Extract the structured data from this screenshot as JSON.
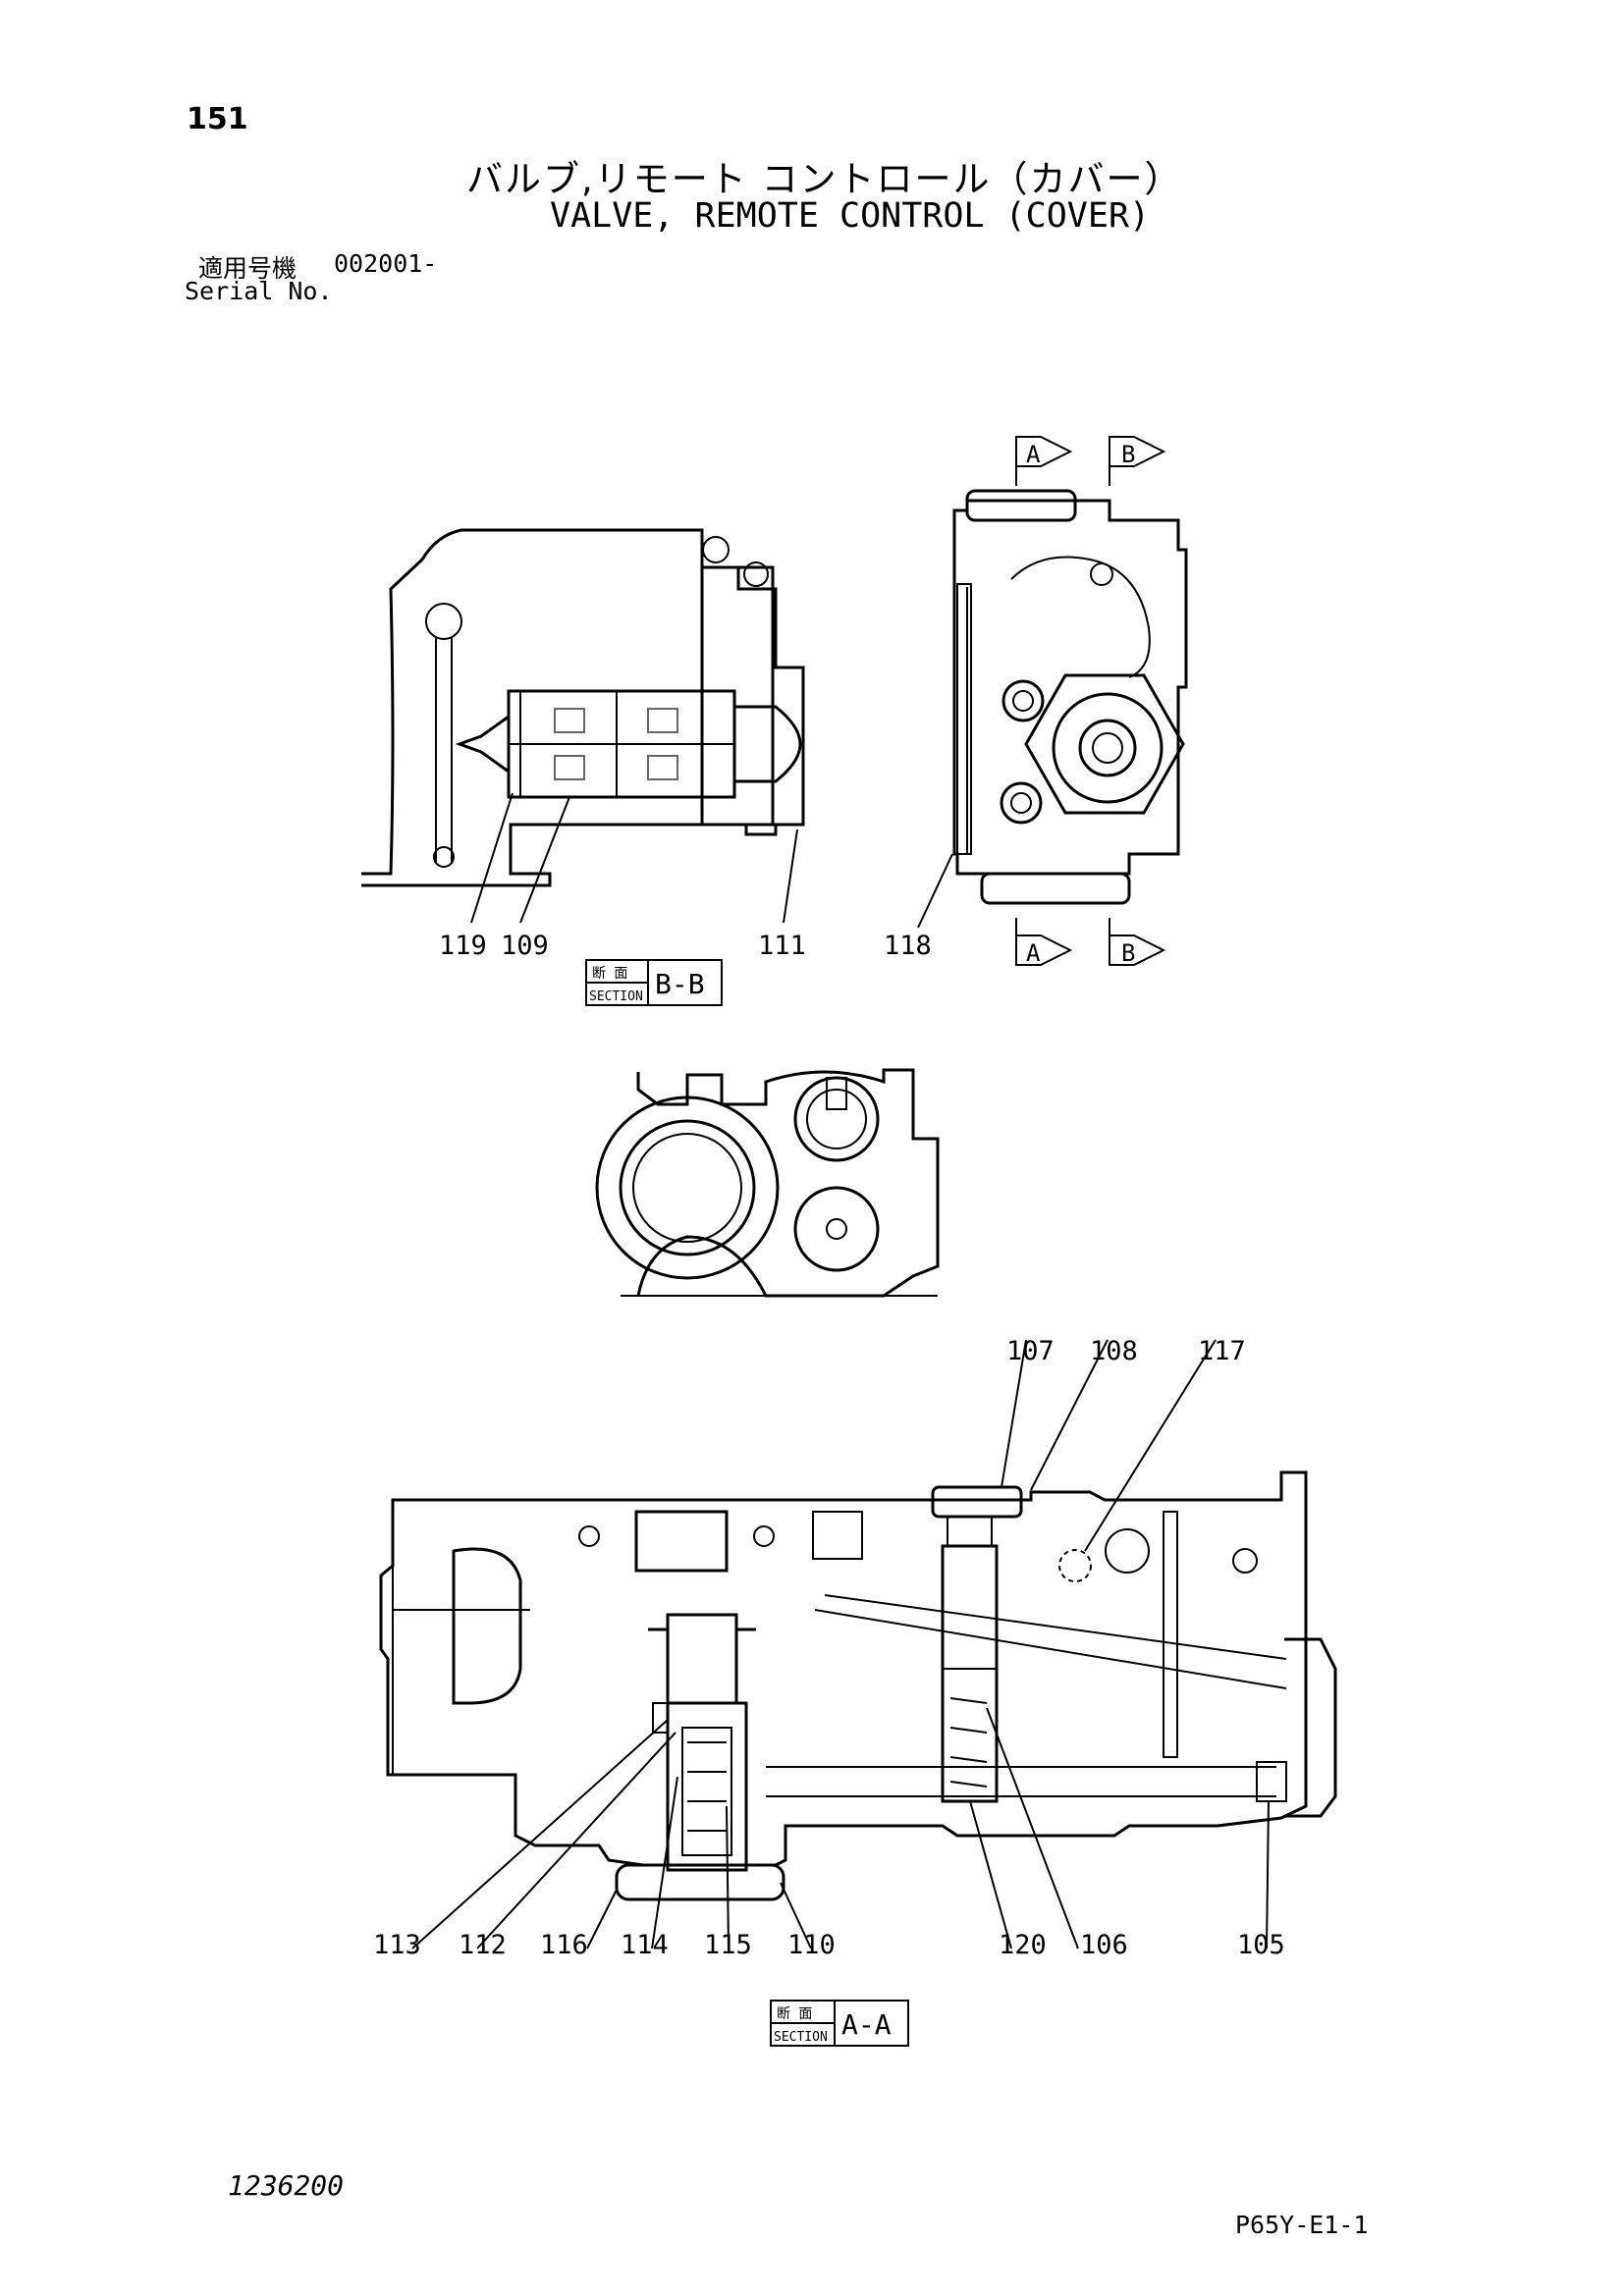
{
  "page": {
    "number": "151"
  },
  "title": {
    "jp": "バルブ,リモート コントロール（カバー）",
    "en": "VALVE, REMOTE CONTROL (COVER)"
  },
  "serial": {
    "label_jp": "適用号機",
    "value": "002001-",
    "label_en": "Serial No."
  },
  "sections": {
    "bb": {
      "kanji": "断 面",
      "word": "SECTION",
      "name": "B-B"
    },
    "aa": {
      "kanji": "断 面",
      "word": "SECTION",
      "name": "A-A"
    }
  },
  "view_markers": {
    "a": "A",
    "b": "B"
  },
  "callouts": {
    "bb": [
      "119",
      "109",
      "111",
      "118"
    ],
    "aa_top": [
      "107",
      "108",
      "117"
    ],
    "aa_bottom": [
      "113",
      "112",
      "116",
      "114",
      "115",
      "110",
      "120",
      "106",
      "105"
    ]
  },
  "footer": {
    "doc_number": "1236200",
    "page_code": "P65Y-E1-1"
  }
}
